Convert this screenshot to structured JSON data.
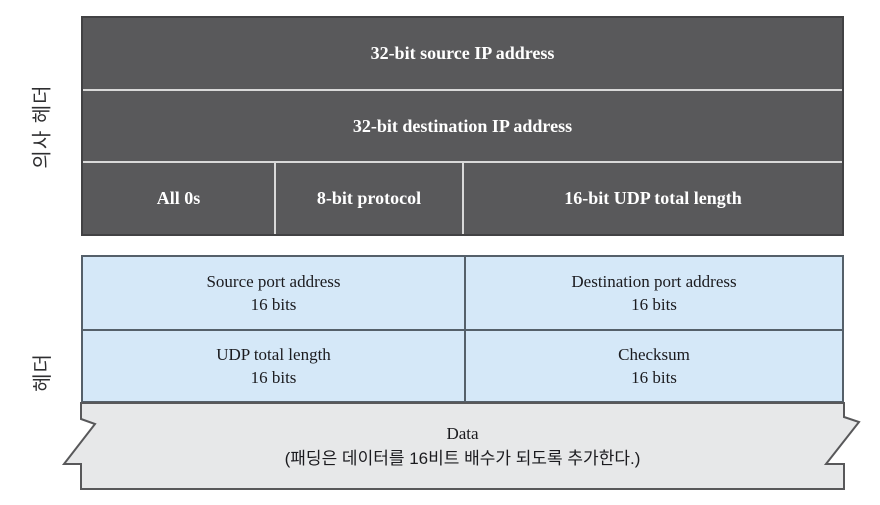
{
  "diagram": {
    "side_labels": {
      "pseudo_header": "의사 헤더",
      "header": "헤더"
    },
    "pseudo_header": {
      "row1": "32-bit source IP address",
      "row2": "32-bit destination IP address",
      "row3": {
        "cell1": "All 0s",
        "cell2": "8-bit protocol",
        "cell3": "16-bit UDP total length"
      }
    },
    "header": {
      "cells": [
        {
          "title": "Source port address",
          "size": "16 bits"
        },
        {
          "title": "Destination port address",
          "size": "16 bits"
        },
        {
          "title": "UDP total length",
          "size": "16 bits"
        },
        {
          "title": "Checksum",
          "size": "16 bits"
        }
      ]
    },
    "data_section": {
      "title": "Data",
      "note": "(패딩은 데이터를 16비트 배수가 되도록 추가한다.)"
    },
    "colors": {
      "pseudo_header_fill": "#59595b",
      "pseudo_header_divider": "#d9d9d9",
      "header_fill": "#d5e8f8",
      "header_border": "#55606a",
      "data_fill": "#e7e8e9",
      "data_stroke": "#58585a",
      "pseudo_header_text": "#ffffff",
      "header_text": "#1b1b1f"
    }
  }
}
